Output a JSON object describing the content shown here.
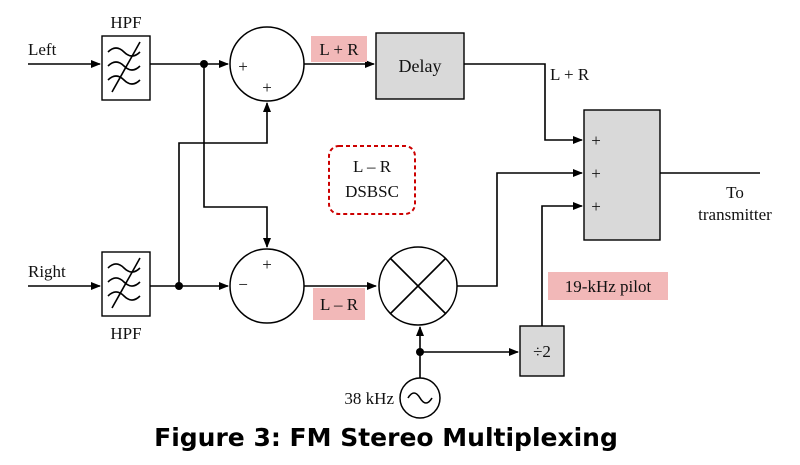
{
  "inputs": {
    "left": "Left",
    "right": "Right"
  },
  "filters": {
    "top_label": "HPF",
    "bottom_label": "HPF"
  },
  "summers": {
    "sign_plus": "+",
    "sign_minus": "−"
  },
  "signals": {
    "sum": "L + R",
    "sum_delayed": "L + R",
    "diff": "L – R",
    "dsbsc_line1": "L – R",
    "dsbsc_line2": "DSBSC",
    "pilot": "19-kHz pilot"
  },
  "blocks": {
    "delay": "Delay",
    "divider": "÷2"
  },
  "oscillator": {
    "freq": "38 kHz"
  },
  "output": {
    "line1": "To",
    "line2": "transmitter"
  },
  "caption": "Figure 3: FM Stereo Multiplexing",
  "colors": {
    "highlight": "#f2b8b8",
    "block_fill": "#d9d9d9",
    "dashed_box": "#cc0000"
  }
}
